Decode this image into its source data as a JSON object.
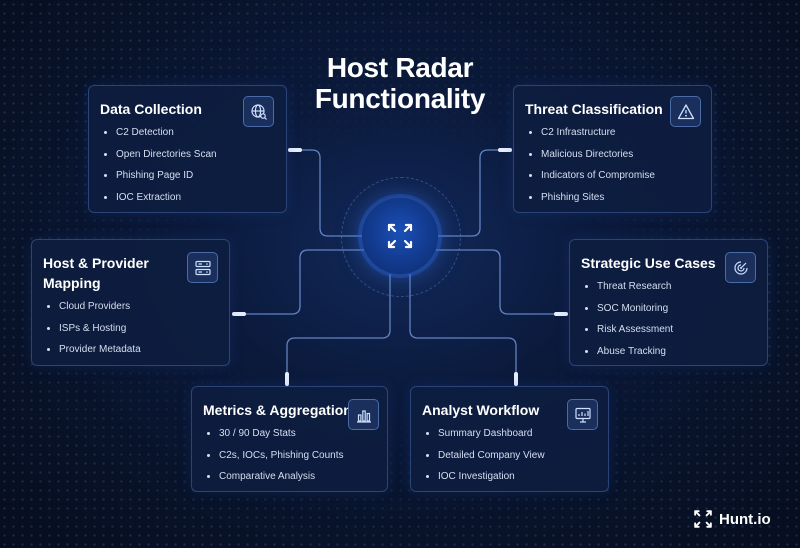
{
  "title": "Host Radar Functionality",
  "cards": {
    "data_collection": {
      "heading": "Data Collection",
      "items": [
        "C2 Detection",
        "Open Directories Scan",
        "Phishing Page ID",
        "IOC Extraction"
      ],
      "icon": "globe-search-icon"
    },
    "threat_classification": {
      "heading": "Threat Classification",
      "items": [
        "C2 Infrastructure",
        "Malicious Directories",
        "Indicators of Compromise",
        "Phishing Sites"
      ],
      "icon": "warning-triangle-icon"
    },
    "host_provider": {
      "heading": "Host & Provider Mapping",
      "items": [
        "Cloud Providers",
        "ISPs & Hosting",
        "Provider Metadata"
      ],
      "icon": "server-icon"
    },
    "strategic": {
      "heading": "Strategic Use Cases",
      "items": [
        "Threat Research",
        "SOC Monitoring",
        "Risk Assessment",
        "Abuse Tracking"
      ],
      "icon": "radar-icon"
    },
    "metrics": {
      "heading": "Metrics & Aggregation",
      "items": [
        "30 / 90 Day Stats",
        "C2s, IOCs, Phishing Counts",
        "Comparative Analysis"
      ],
      "icon": "bar-chart-icon"
    },
    "analyst": {
      "heading": "Analyst Workflow",
      "items": [
        "Summary Dashboard",
        "Detailed Company View",
        "IOC Investigation"
      ],
      "icon": "monitor-chart-icon"
    }
  },
  "hub": {
    "icon": "hunt-logo-icon"
  },
  "brand": {
    "name": "Hunt.io",
    "icon": "hunt-logo-icon"
  },
  "colors": {
    "background": "#081228",
    "card": "#0e1e40",
    "border": "#2a4478",
    "accent": "#3a78ff",
    "text": "#ffffff"
  }
}
